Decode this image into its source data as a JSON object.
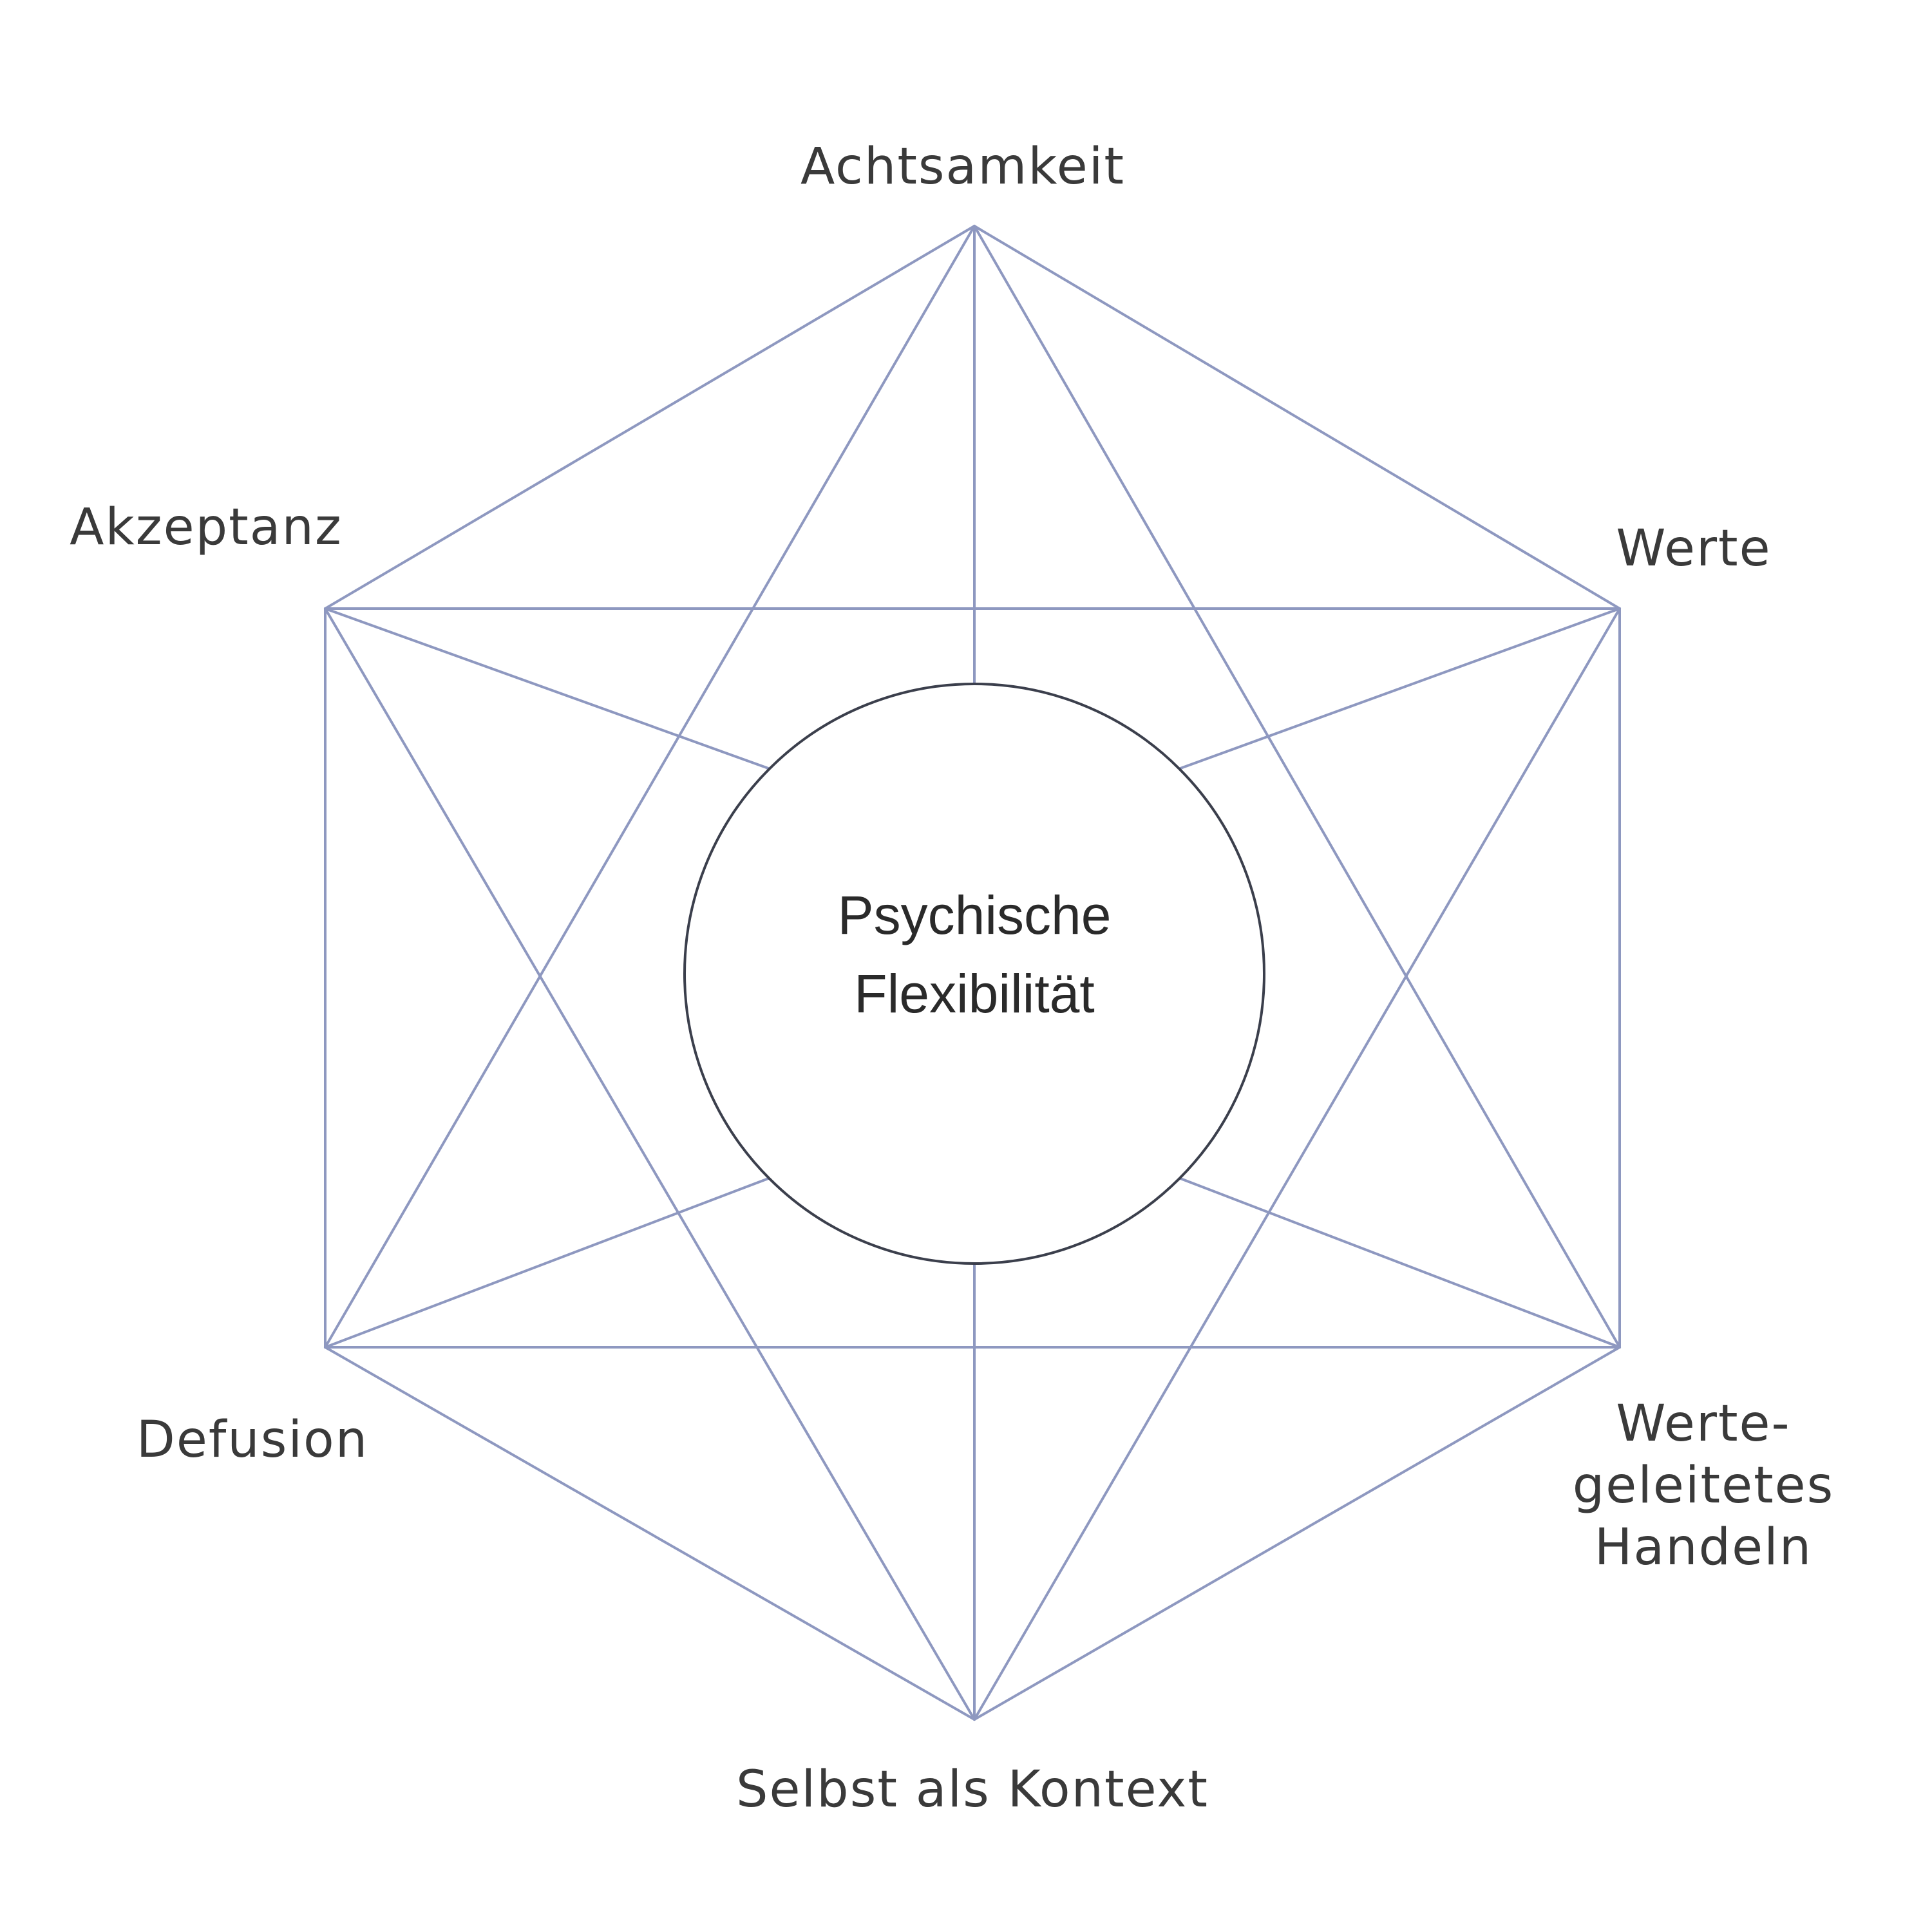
{
  "center": {
    "line1": "Psychische",
    "line2": "Flexibilität"
  },
  "nodes": {
    "achtsamkeit": "Achtsamkeit",
    "werte": "Werte",
    "werte_handeln_line1": "Werte-",
    "werte_handeln_line2": "geleitetes",
    "werte_handeln_line3": "Handeln",
    "selbst": "Selbst als Kontext",
    "defusion": "Defusion",
    "akzeptanz": "Akzeptanz"
  },
  "colors": {
    "edge": "#8e98c0",
    "circle_stroke": "#3b3f4c",
    "text": "#3a3a3a"
  }
}
